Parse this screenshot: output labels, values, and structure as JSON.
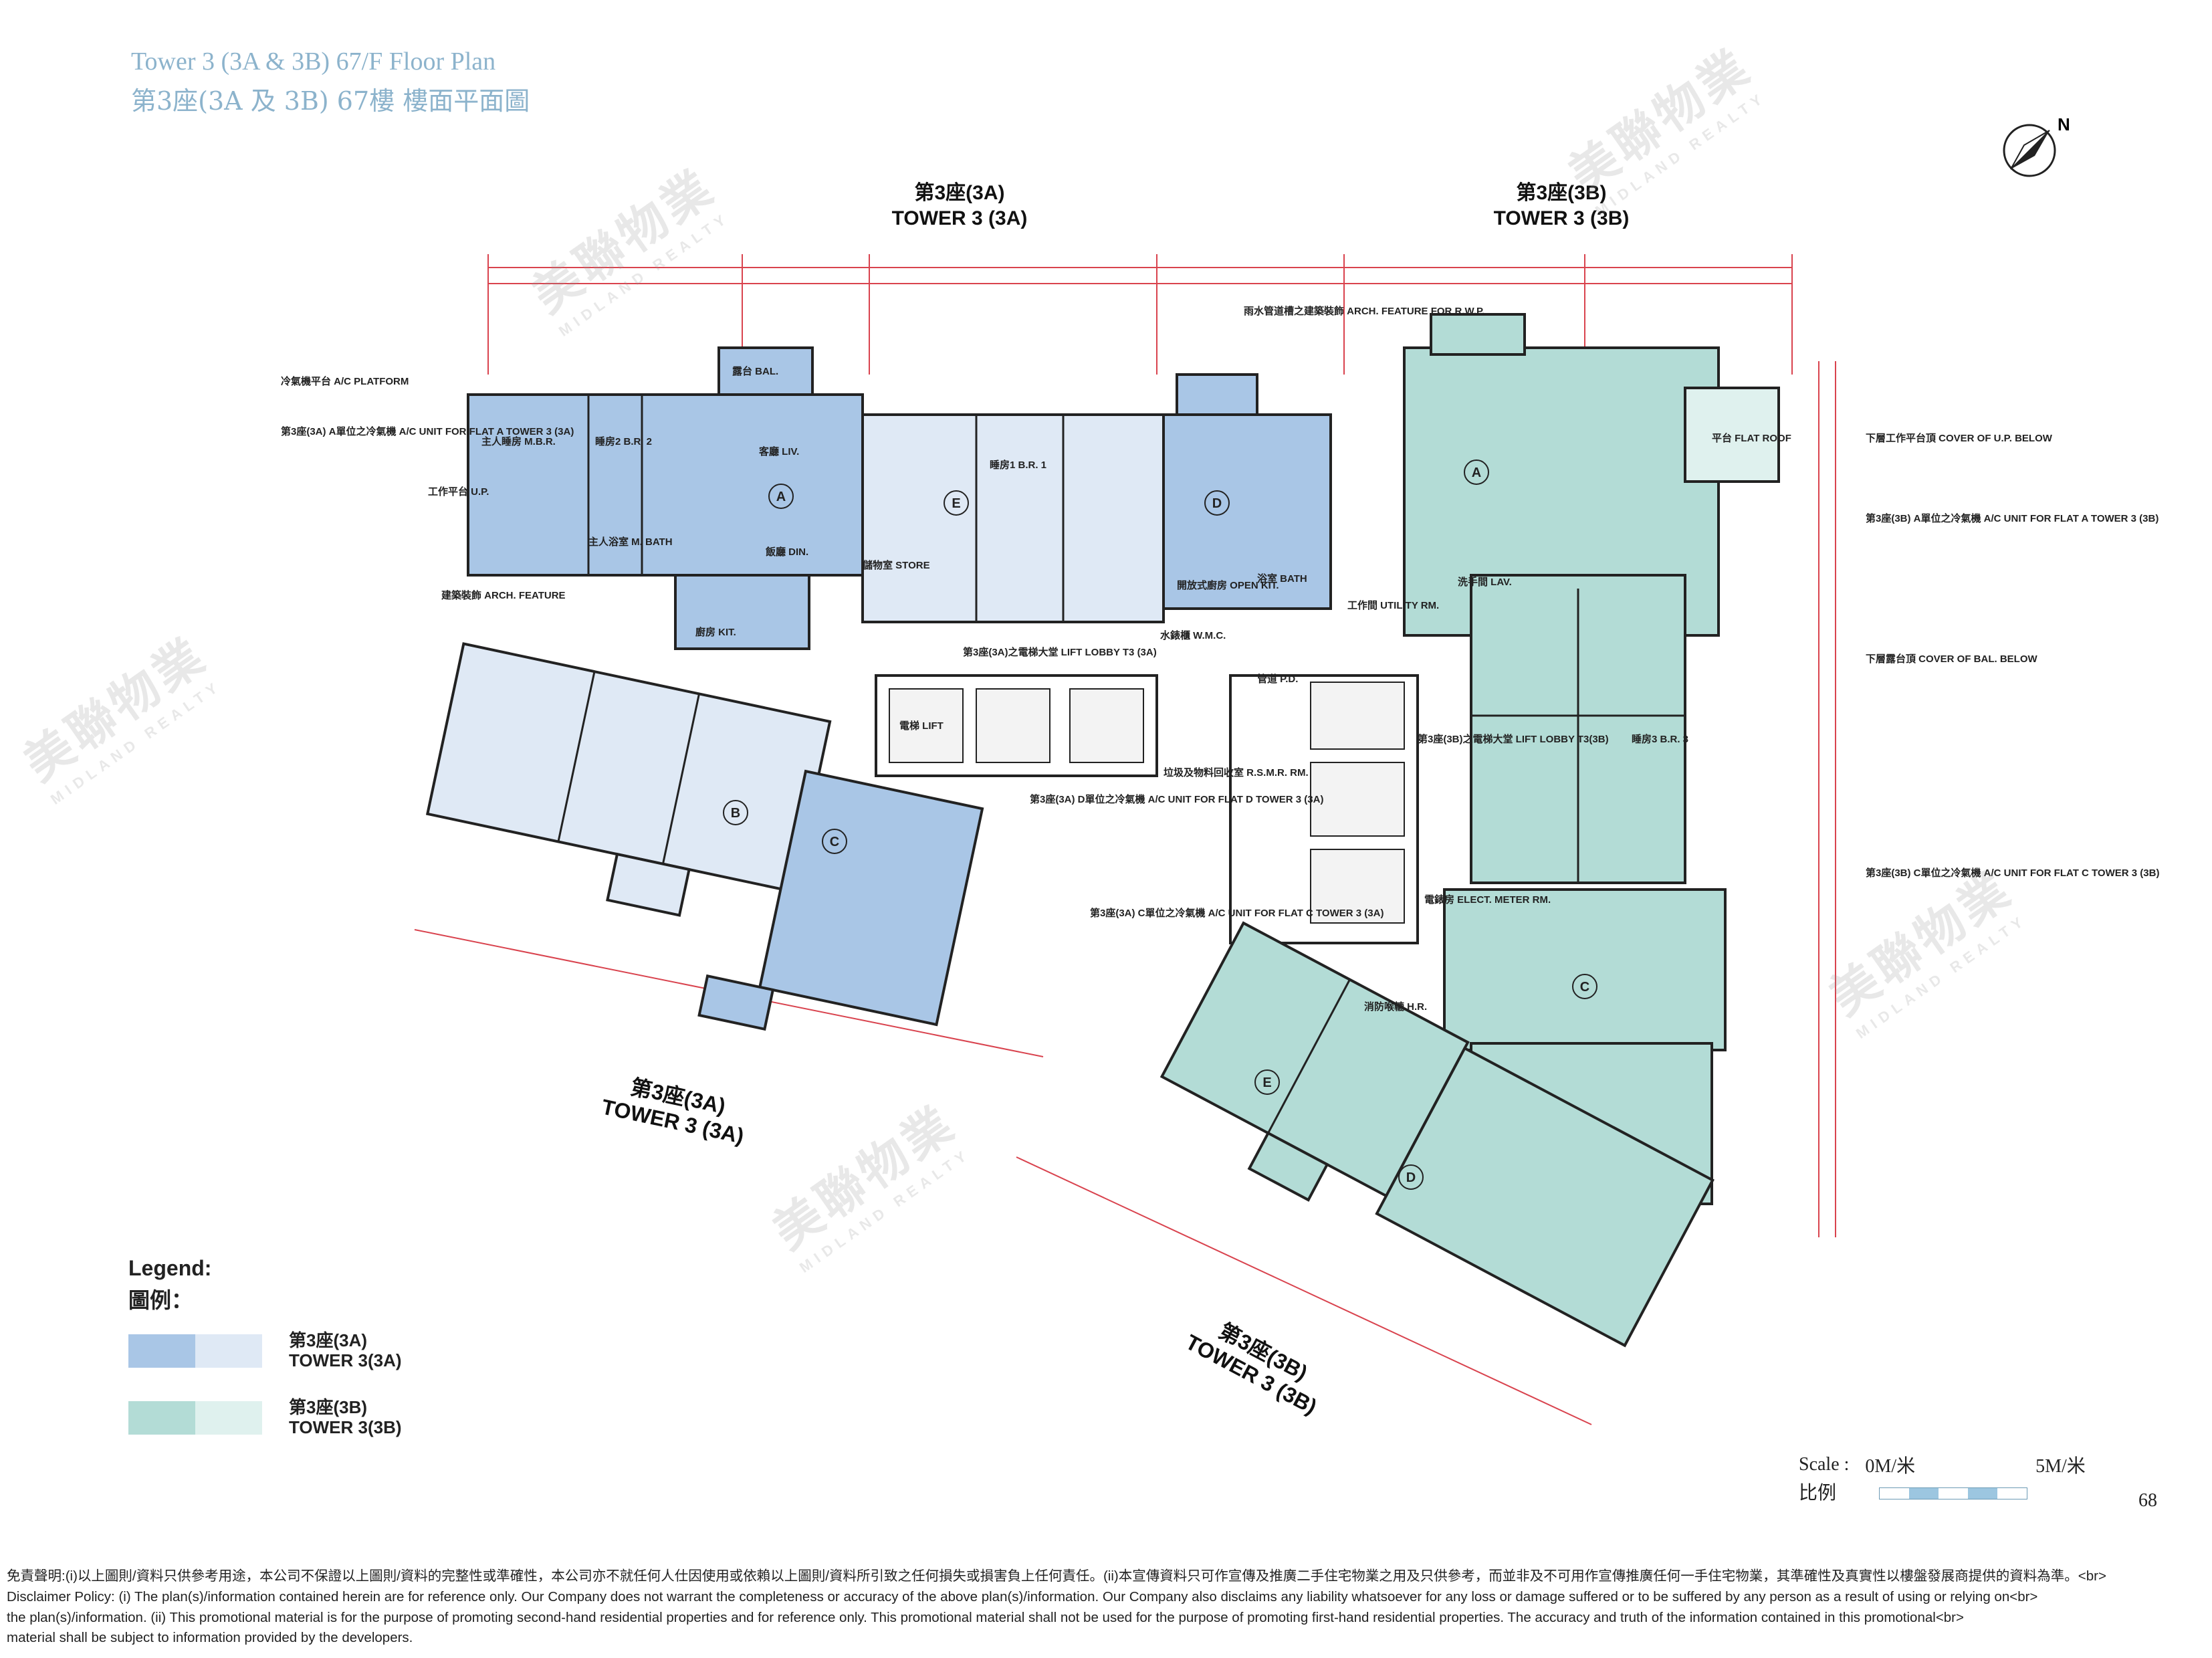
{
  "title": {
    "en": "Tower 3 (3A & 3B)   67/F   Floor Plan",
    "zh": "第3座(3A 及 3B)   67樓   樓面平面圖"
  },
  "compass_label": "N",
  "tower_headers": [
    {
      "zh": "第3座(3A)",
      "en": "TOWER 3 (3A)"
    },
    {
      "zh": "第3座(3B)",
      "en": "TOWER 3 (3B)"
    }
  ],
  "tower_footers": [
    {
      "zh": "第3座(3A)",
      "en": "TOWER 3 (3A)"
    },
    {
      "zh": "第3座(3B)",
      "en": "TOWER 3 (3B)"
    }
  ],
  "flat_labels": {
    "3a": [
      "A",
      "E",
      "D",
      "B",
      "C"
    ],
    "3b": [
      "A",
      "C",
      "E",
      "D"
    ]
  },
  "rooms": {
    "mbr": "主人睡房 M.B.R.",
    "br1": "睡房1 B.R. 1",
    "br2": "睡房2 B.R. 2",
    "br3": "睡房3 B.R. 3",
    "liv": "客廳 LIV.",
    "din": "飯廳 DIN.",
    "bal": "露台 BAL.",
    "kit": "廚房 KIT.",
    "open_kit": "開放式廚房 OPEN KIT.",
    "bath": "浴室 BATH",
    "mbath": "主人浴室 M. BATH",
    "store": "儲物室 STORE",
    "up": "工作平台 U.P.",
    "lift": "電梯 LIFT",
    "flat_roof": "平台 FLAT ROOF",
    "wmc": "水錶櫃 W.M.C.",
    "pd": "管道 P.D.",
    "utility": "工作間 UTILITY RM.",
    "lav": "洗手間 LAV."
  },
  "lobby_3a": "第3座(3A)之電梯大堂 LIFT LOBBY T3 (3A)",
  "lobby_3b": "第3座(3B)之電梯大堂 LIFT LOBBY T3(3B)",
  "notes": {
    "ac_platform": "冷氣機平台 A/C PLATFORM",
    "arch_feature_rwp": "雨水管道槽之建築裝飾 ARCH. FEATURE FOR R.W.P.",
    "arch_feature": "建築裝飾 ARCH. FEATURE",
    "cover_up_below": "下層工作平台頂 COVER OF U.P. BELOW",
    "cover_bal_below": "下層露台頂 COVER OF BAL. BELOW",
    "ac_unit_3a_a": "第3座(3A) A單位之冷氣機 A/C UNIT FOR FLAT A TOWER 3 (3A)",
    "ac_unit_3b_a": "第3座(3B) A單位之冷氣機 A/C UNIT FOR FLAT A TOWER 3 (3B)",
    "ac_unit_3b_c": "第3座(3B) C單位之冷氣機 A/C UNIT FOR FLAT C TOWER 3 (3B)",
    "ac_unit_3a_c": "第3座(3A) C單位之冷氣機 A/C UNIT FOR FLAT C TOWER 3 (3A)",
    "ac_unit_3a_d": "第3座(3A) D單位之冷氣機 A/C UNIT FOR FLAT D TOWER 3 (3A)",
    "refuse_rm": "垃圾及物料回收室 R.S.M.R. RM.",
    "fire_hr": "消防喉轆 H.R.",
    "elect_meter": "電錶房 ELECT. METER RM."
  },
  "legend": {
    "title_en": "Legend:",
    "title_zh": "圖例：",
    "items": [
      {
        "zh": "第3座(3A)",
        "en": "TOWER 3(3A)"
      },
      {
        "zh": "第3座(3B)",
        "en": "TOWER 3(3B)"
      }
    ]
  },
  "scale": {
    "label_en": "Scale :",
    "label_zh": "比例",
    "start": "0M/米",
    "end": "5M/米"
  },
  "page_number": "68",
  "watermark": {
    "zh": "美聯物業",
    "en": "MIDLAND REALTY"
  },
  "disclaimer": [
    "免責聲明:(i)以上圖則/資料只供參考用途，本公司不保證以上圖則/資料的完整性或準確性，本公司亦不就任何人仕因使用或依賴以上圖則/資料所引致之任何損失或損害負上任何責任。(ii)本宣傳資料只可作宣傳及推廣二手住宅物業之用及只供參考，而並非及不可用作宣傳推廣任何一手住宅物業，其準確性及真實性以樓盤發展商提供的資料為準。<br>",
    "Disclaimer Policy: (i) The plan(s)/information contained herein are for reference only. Our Company does not warrant the completeness or accuracy of the above plan(s)/information. Our Company also disclaims any liability whatsoever for any loss or damage suffered or to be suffered by any person as a result of using or relying on<br>",
    "the plan(s)/information. (ii) This promotional material is for the purpose of promoting second-hand residential properties and for reference only. This promotional material shall not be used for the purpose of promoting first-hand residential properties. The accuracy and truth of the information contained in this promotional<br>",
    "material shall be subject to information provided by the developers."
  ],
  "colors": {
    "tower_3a_dark": "#a9c6e6",
    "tower_3a_light": "#dfe9f5",
    "tower_3b_dark": "#b3dcd6",
    "tower_3b_light": "#dff1ee",
    "dimension_red": "#d9434e",
    "title_blue": "#8cb3cc"
  }
}
